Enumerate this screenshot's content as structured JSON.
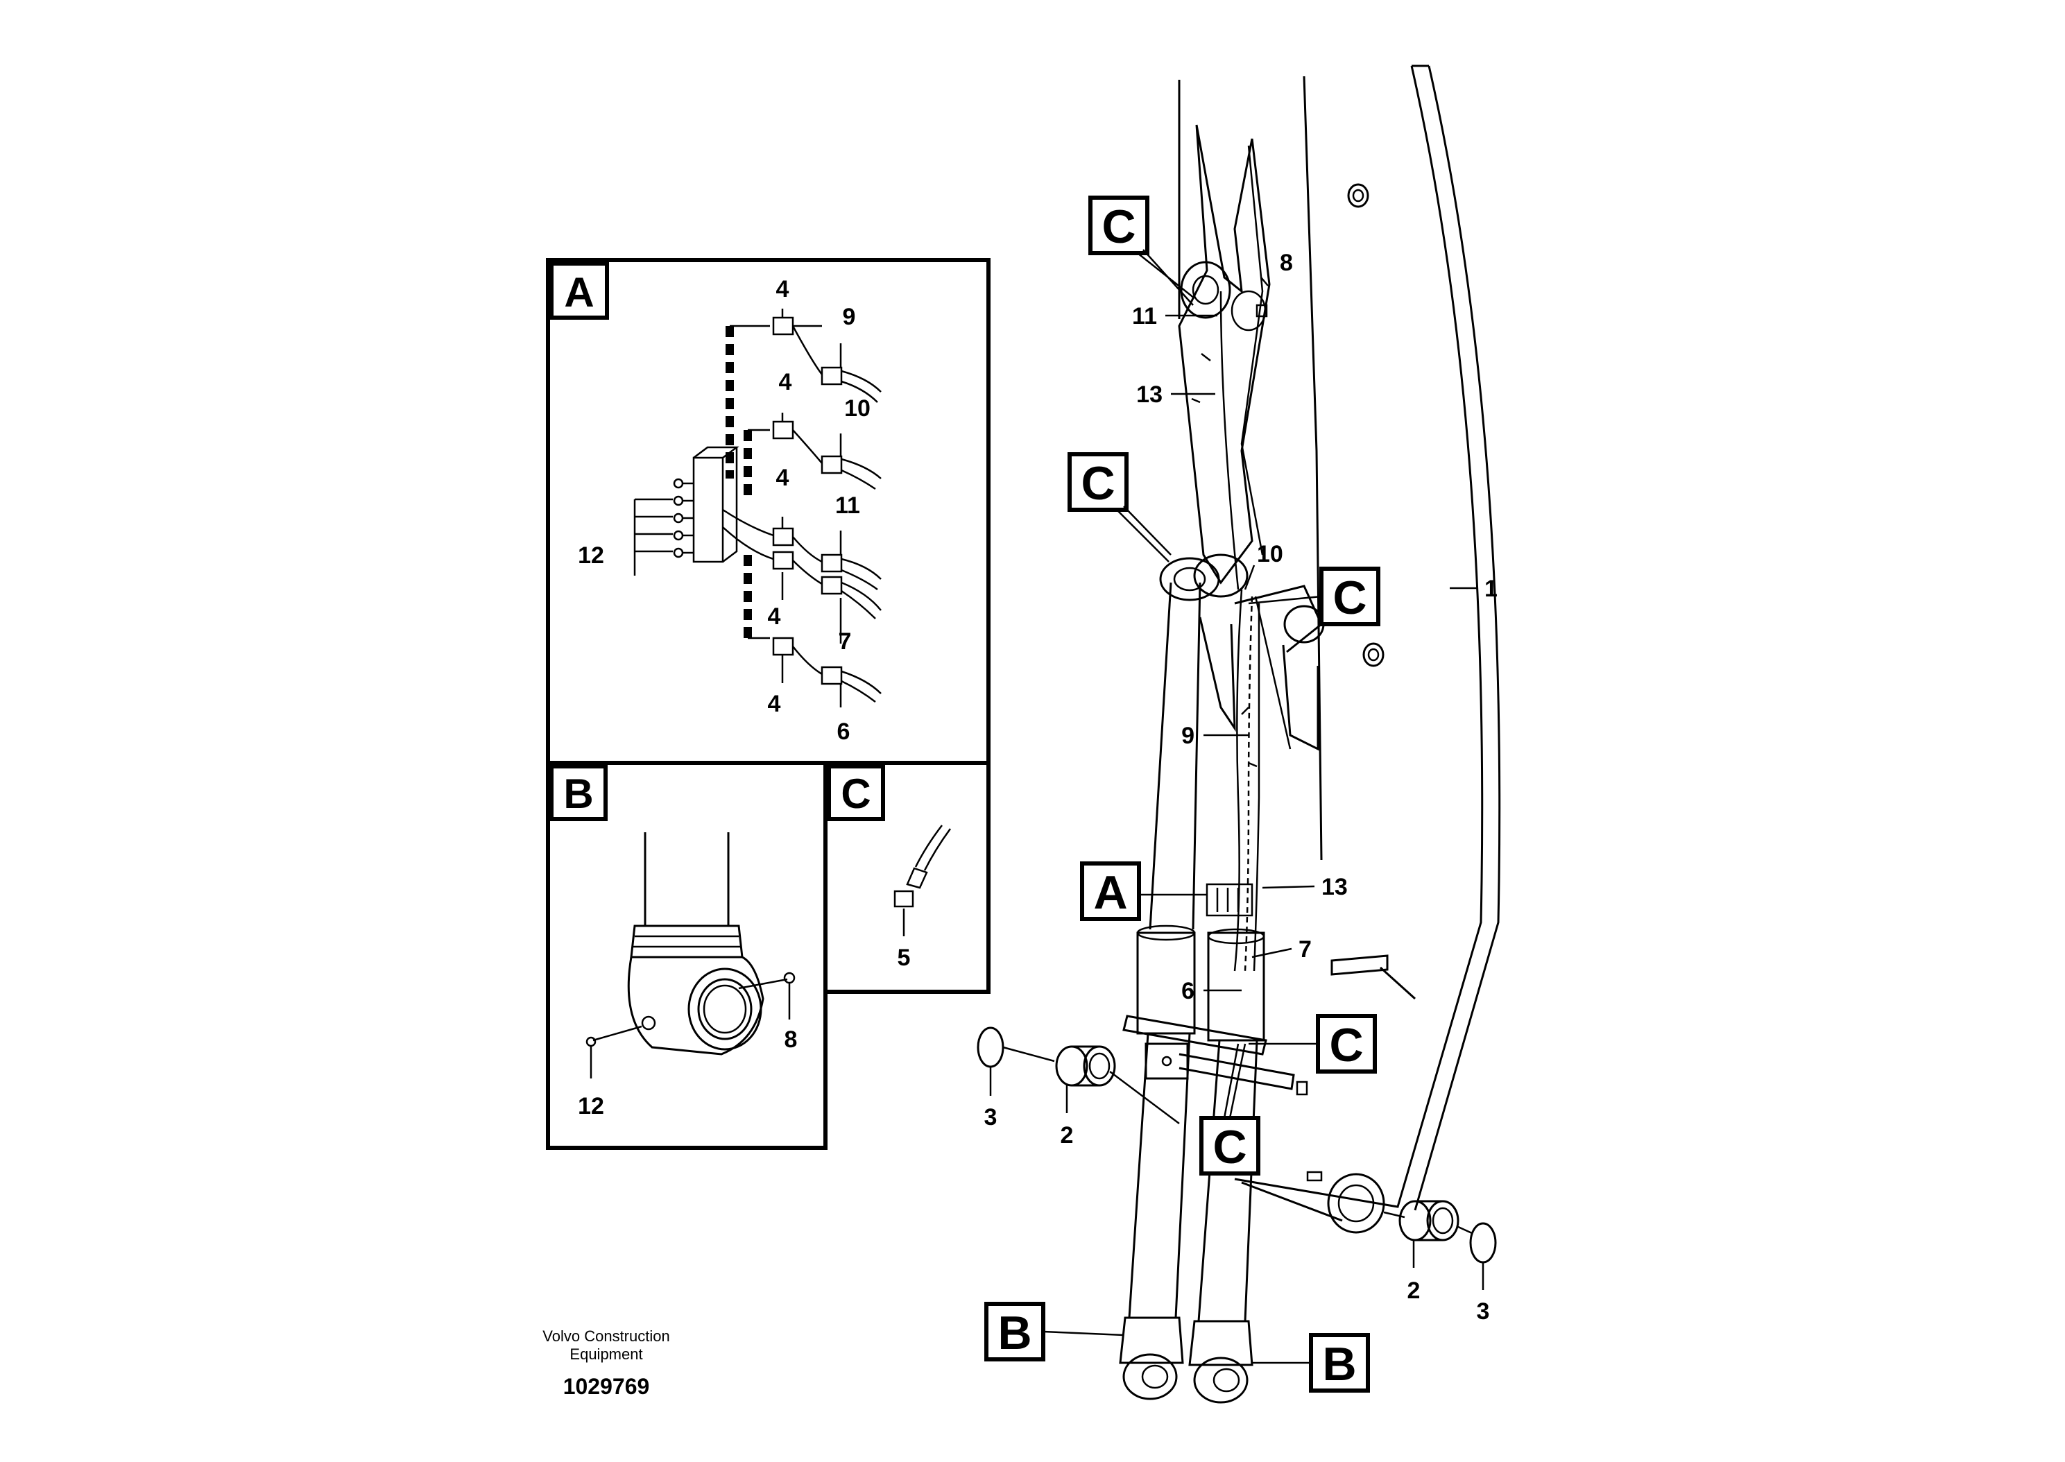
{
  "callouts": {
    "A": "A",
    "B": "B",
    "C": "C"
  },
  "part_numbers": {
    "p1": "1",
    "p2": "2",
    "p3": "3",
    "p4": "4",
    "p5": "5",
    "p6": "6",
    "p7": "7",
    "p8": "8",
    "p9": "9",
    "p10": "10",
    "p11": "11",
    "p12": "12",
    "p13": "13"
  },
  "footer": {
    "company_line1": "Volvo Construction",
    "company_line2": "Equipment",
    "document_number": "1029769"
  }
}
